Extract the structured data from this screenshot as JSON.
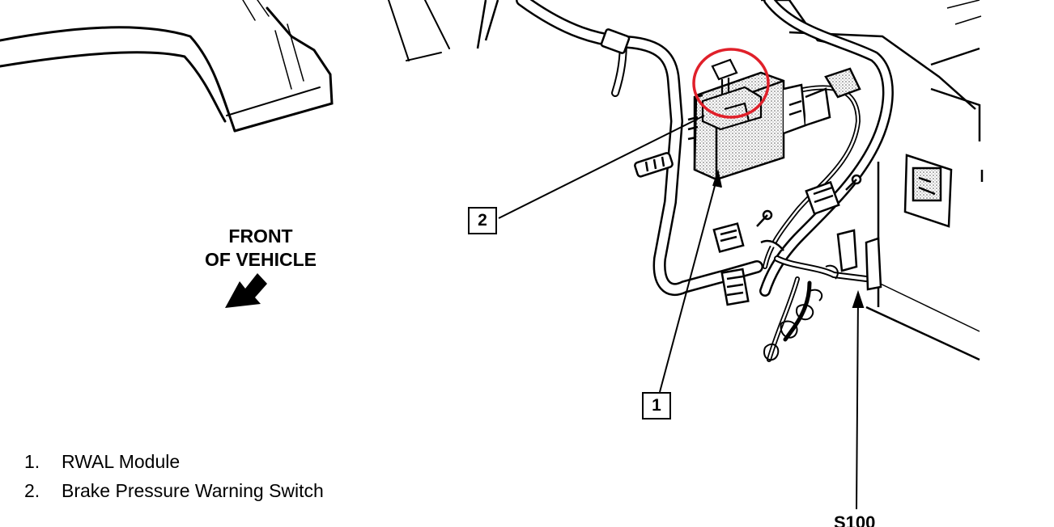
{
  "front_label": {
    "line1": "FRONT",
    "line2": "OF VEHICLE"
  },
  "callouts": {
    "one": "1",
    "two": "2"
  },
  "legend": [
    {
      "num": "1.",
      "text": "RWAL Module"
    },
    {
      "num": "2.",
      "text": "Brake Pressure Warning Switch"
    }
  ],
  "cut_label": "S100",
  "colors": {
    "line": "#000000",
    "highlight_circle": "#e0202a",
    "module_fill": "#cfcfcf",
    "background": "#ffffff"
  },
  "icons": {
    "direction_arrow": "arrow-down-left-icon"
  }
}
